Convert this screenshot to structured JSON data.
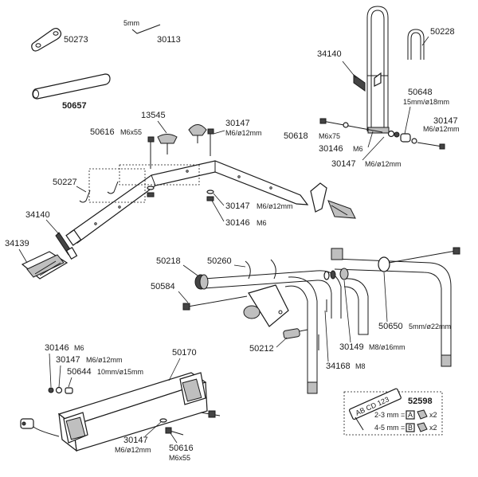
{
  "labels": {
    "p50273": "50273",
    "p30113_size": "5mm",
    "p30113": "30113",
    "p50657": "50657",
    "p34140_top": "34140",
    "p50228": "50228",
    "p50648": "50648",
    "p50648_spec": "15mm/ø18mm",
    "p30147_right": "30147",
    "p30147_right_spec": "M6/ø12mm",
    "p50618": "50618",
    "p50618_spec": "M6x75",
    "p30146_right": "30146",
    "p30146_right_spec": "M6",
    "p30147_right2": "30147",
    "p30147_right2_spec": "M6/ø12mm",
    "p13545": "13545",
    "p50616_mid": "50616",
    "p50616_mid_spec": "M6x55",
    "p30147_mid": "30147",
    "p30147_mid_spec": "M6/ø12mm",
    "p50227": "50227",
    "p30147_mid2": "30147",
    "p30147_mid2_spec": "M6/ø12mm",
    "p30146_mid": "30146",
    "p30146_mid_spec": "M6",
    "p34140_left": "34140",
    "p34139": "34139",
    "p50218": "50218",
    "p50260": "50260",
    "p50584": "50584",
    "p50650": "50650",
    "p50650_spec": "5mm/ø22mm",
    "p50212": "50212",
    "p30149": "30149",
    "p30149_spec": "M8/ø16mm",
    "p34168": "34168",
    "p34168_spec": "M8",
    "p30146_bot": "30146",
    "p30146_bot_spec": "M6",
    "p30147_bot": "30147",
    "p30147_bot_spec": "M6/ø12mm",
    "p50644": "50644",
    "p50644_spec": "10mm/ø15mm",
    "p50170": "50170",
    "p30147_bot2": "30147",
    "p30147_bot2_spec": "M6/ø12mm",
    "p50616_bot": "50616",
    "p50616_bot_spec": "M6x55",
    "p52598": "52598",
    "plate_text": "AB CD 123",
    "row1_label": "2-3 mm =",
    "row1_letter": "A",
    "row1_qty": "x2",
    "row2_label": "4-5 mm =",
    "row2_letter": "B",
    "row2_qty": "x2"
  }
}
